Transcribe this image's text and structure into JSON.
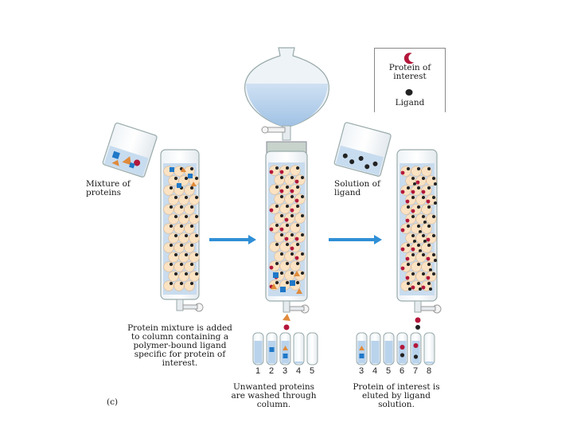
{
  "legend": {
    "protein_label": "Protein of interest",
    "ligand_label": "Ligand"
  },
  "labels": {
    "mixture": "Mixture of proteins",
    "solution": "Solution of ligand",
    "step1": "Protein mixture is added to column containing a polymer-bound ligand specific for protein of interest.",
    "step2": "Unwanted proteins are washed through column.",
    "step3": "Protein of interest is eluted by ligand solution.",
    "panel": "(c)"
  },
  "tube_numbers_group1": [
    "1",
    "2",
    "3",
    "4",
    "5"
  ],
  "tube_numbers_group2": [
    "3",
    "4",
    "5",
    "6",
    "7",
    "8"
  ],
  "colors": {
    "buffer": "#b9d3ec",
    "bead": "#fbe2c2",
    "ligand": "#222222",
    "protein_of_interest": "#b3173a",
    "arrow": "#2f8fd6",
    "square_protein": "#1f78c8",
    "triangle_protein": "#e08a3a"
  }
}
